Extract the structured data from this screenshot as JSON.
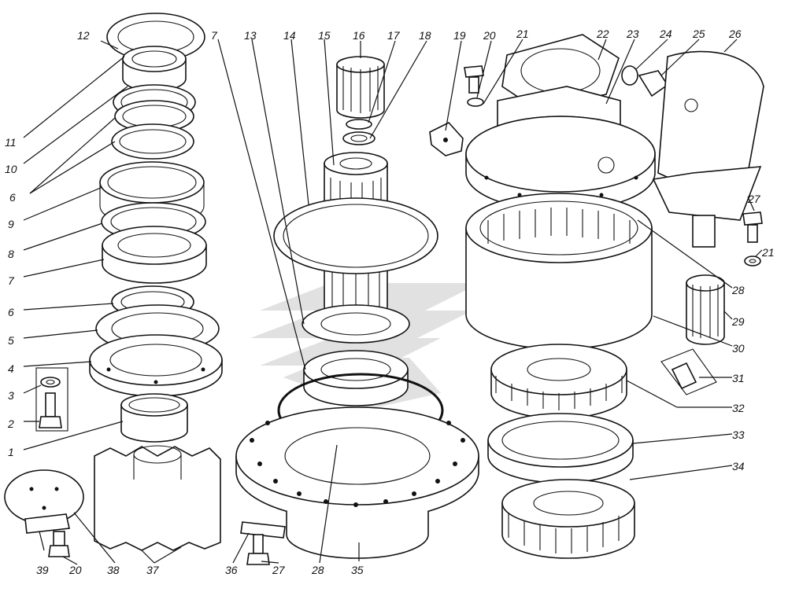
{
  "diagram": {
    "labels": {
      "l12": "12",
      "l11": "11",
      "l10": "10",
      "l6a": "6",
      "l9": "9",
      "l8": "8",
      "l7a": "7",
      "l6b": "6",
      "l5": "5",
      "l4": "4",
      "l3": "3",
      "l2": "2",
      "l1": "1",
      "l7b": "7",
      "l13": "13",
      "l14": "14",
      "l15": "15",
      "l16": "16",
      "l17": "17",
      "l18": "18",
      "l19": "19",
      "l20a": "20",
      "l21a": "21",
      "l22": "22",
      "l23": "23",
      "l24": "24",
      "l25": "25",
      "l26": "26",
      "l27a": "27",
      "l21b": "21",
      "l28a": "28",
      "l29": "29",
      "l30": "30",
      "l31": "31",
      "l32": "32",
      "l33": "33",
      "l34": "34",
      "l39": "39",
      "l20b": "20",
      "l38": "38",
      "l37": "37",
      "l36": "36",
      "l27b": "27",
      "l28b": "28",
      "l35": "35"
    }
  }
}
